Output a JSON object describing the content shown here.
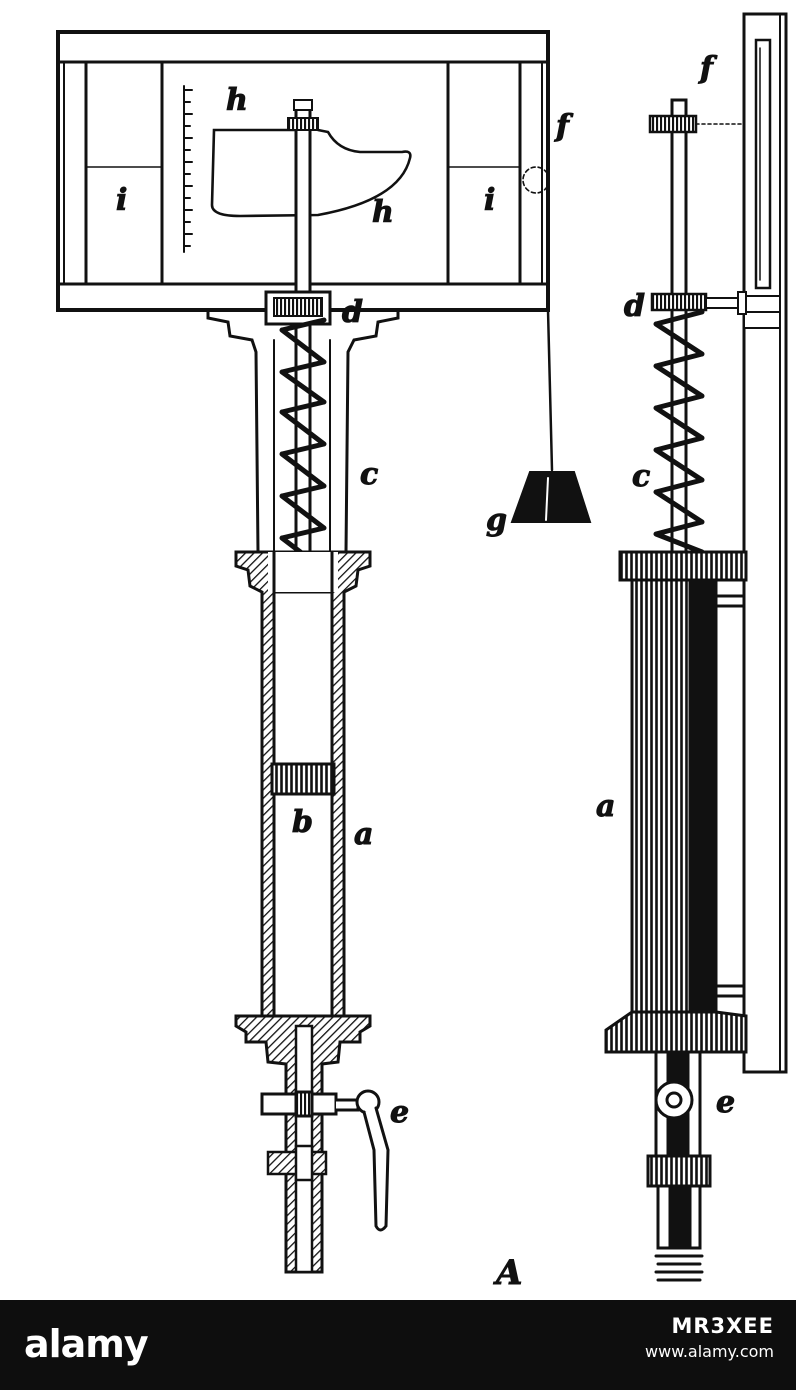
{
  "labels": {
    "h_top": "h",
    "h_bottom": "h",
    "i_left": "i",
    "i_right": "i",
    "f_left": "f",
    "d_left": "d",
    "c_left": "c",
    "g": "g",
    "b": "b",
    "a_left": "a",
    "e_left": "e",
    "figure_letter": "A",
    "f_right": "f",
    "d_right": "d",
    "c_right": "c",
    "a_right": "a",
    "e_right": "e"
  },
  "watermark": {
    "brand": "alamy",
    "image_id": "MR3XEE",
    "site": "www.alamy.com"
  },
  "colors": {
    "ink": "#111111",
    "paper": "#ffffff",
    "footer": "#0e0e0e"
  }
}
